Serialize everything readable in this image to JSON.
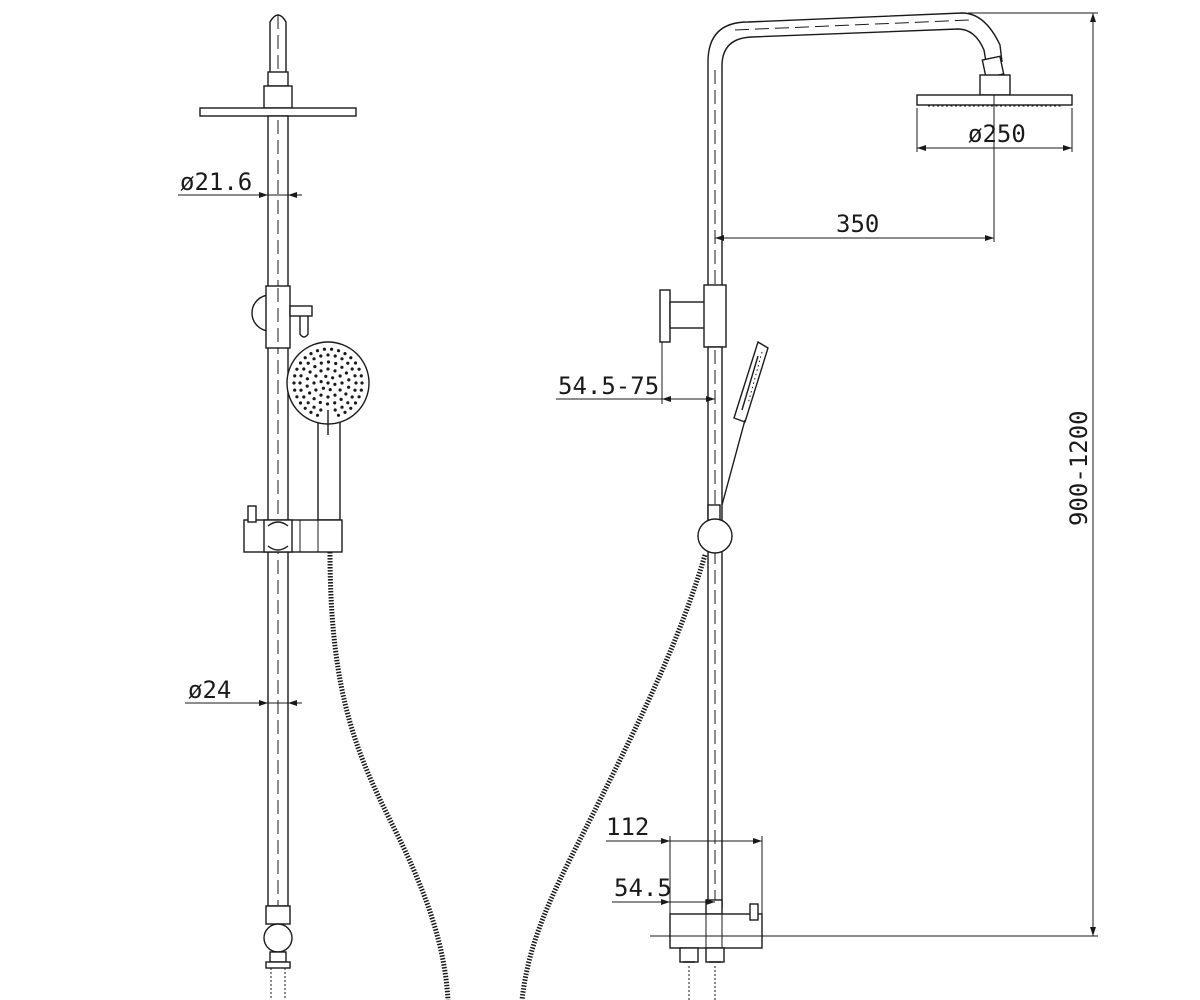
{
  "dimensions": {
    "pipe_dia_upper": "ø21.6",
    "pipe_dia_lower": "ø24",
    "head_dia": "ø250",
    "arm_reach": "350",
    "bracket_offset": "54.5-75",
    "mixer_width": "112",
    "mixer_offset": "54.5",
    "total_height": "900-1200"
  },
  "colors": {
    "line": "#1a1a1a",
    "background": "#ffffff"
  }
}
